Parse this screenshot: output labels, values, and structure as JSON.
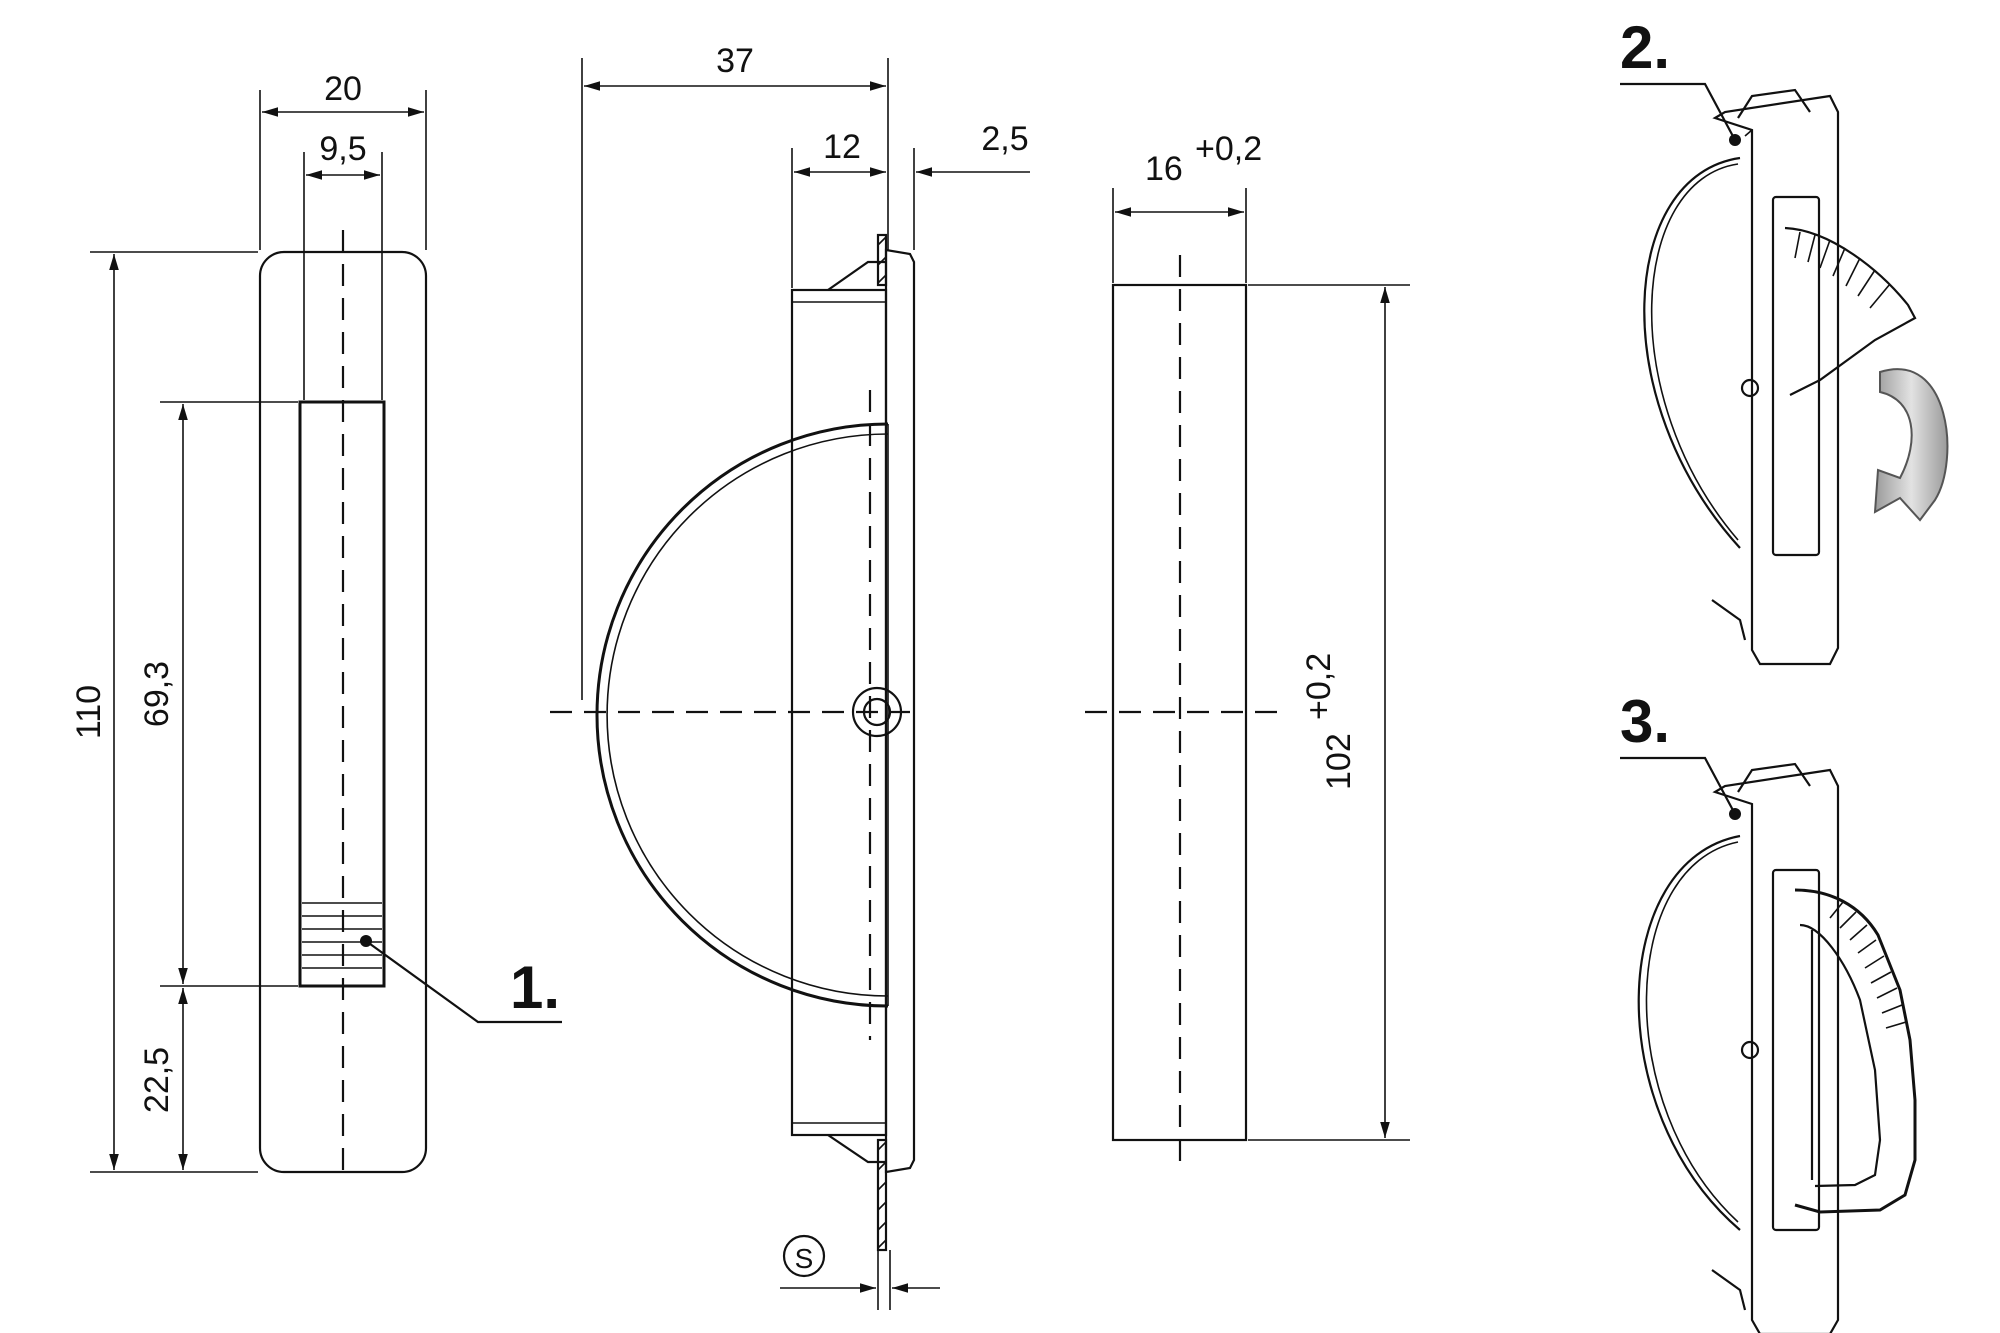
{
  "dimensions": {
    "front_width": "20",
    "grip_width": "9,5",
    "height": "110",
    "grip_length": "69,3",
    "bottom_offset": "22,5",
    "depth": "37",
    "flange_depth": "12",
    "flange_thickness": "2,5",
    "cutout_width": "16",
    "cutout_width_tol": "+0,2",
    "cutout_height": "102",
    "cutout_height_tol": "+0,2",
    "panel_thickness_symbol": "S"
  },
  "callouts": {
    "step1": "1.",
    "step2": "2.",
    "step3": "3."
  },
  "colors": {
    "line": "#111111",
    "background": "#ffffff",
    "arrow_fill": "#c8c8c8"
  }
}
